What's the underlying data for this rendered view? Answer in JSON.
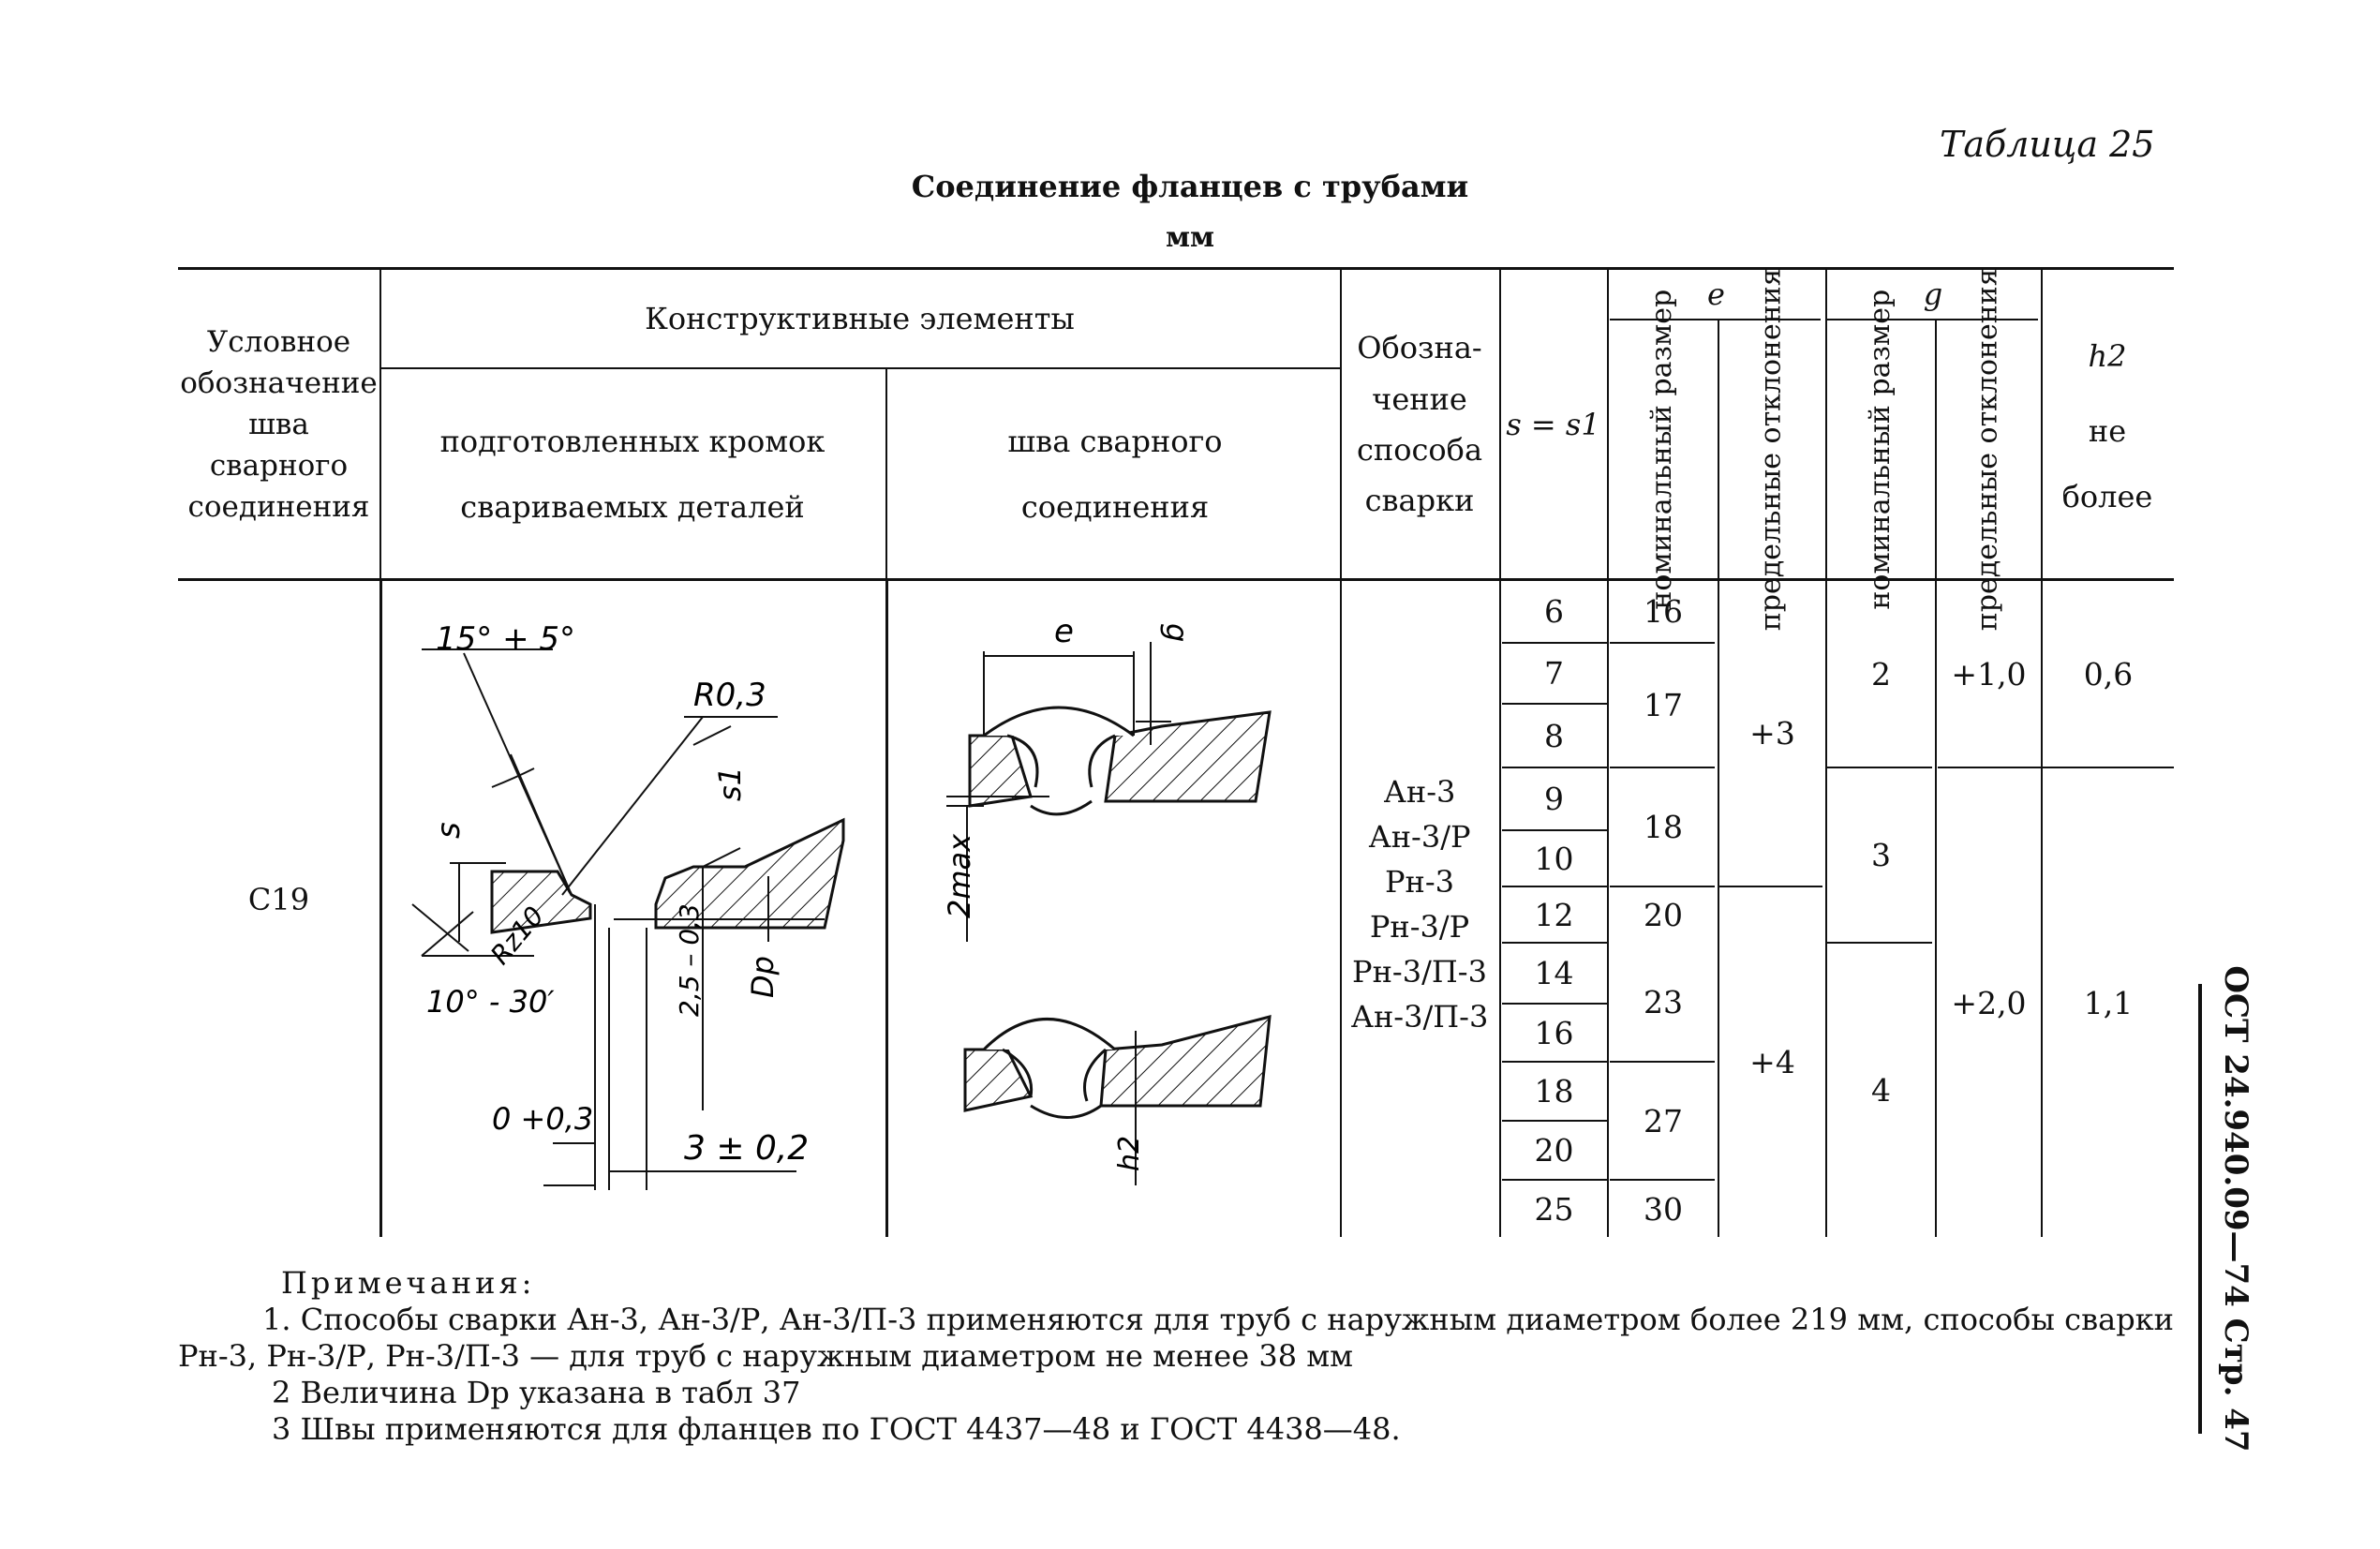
{
  "table_number": "Таблица 25",
  "title": "Соединение фланцев с трубами",
  "units": "мм",
  "side_label": "ОСТ 24.940.09—74  Стр. 47",
  "header": {
    "weld_designation": "Условное обозначение шва сварного соединения",
    "structural_elements": "Конструктивные элементы",
    "prepared_edges": "подготовленных кромок свариваемых деталей",
    "weld_seam": "шва сварного соединения",
    "welding_method": "Обозна-чение способа сварки",
    "s": "s = s1",
    "e": "e",
    "g": "g",
    "nominal": "номинальный размер",
    "deviation": "предельные отклонения",
    "h2_symbol": "h2",
    "h2_text": "не более"
  },
  "row": {
    "designation": "C19",
    "methods": [
      "Ан-3",
      "Ан-3/Р",
      "Рн-3",
      "Рн-3/Р",
      "Рн-3/П-3",
      "Ан-3/П-3"
    ],
    "s_values": [
      "6",
      "7",
      "8",
      "9",
      "10",
      "12",
      "14",
      "16",
      "18",
      "20",
      "25"
    ],
    "e_nominal": [
      "16",
      "17",
      "18",
      "20",
      "23",
      "27",
      "30"
    ],
    "e_deviation": [
      "+3",
      "+4"
    ],
    "g_nominal": [
      "2",
      "3",
      "4"
    ],
    "g_deviation": [
      "+1,0",
      "+2,0"
    ],
    "h2": [
      "0,6",
      "1,1"
    ]
  },
  "drawing_labels": {
    "angle_top": "15° + 5°",
    "radius": "R0,3",
    "s": "s",
    "s1": "s1",
    "rz": "Rz10",
    "angle_bottom": "10° - 30′",
    "dim_25": "2,5 – 0,3",
    "dp": "Dp",
    "gap": "0 +0,3",
    "dim_3": "3 ± 0,2",
    "e": "e",
    "g": "g",
    "max2": "2max",
    "h2": "h2"
  },
  "notes": {
    "heading": "Примечания:",
    "n1": "1. Способы сварки Ан-3, Ан-3/Р, Ан-3/П-3 применяются для труб с наружным диаметром более 219 мм, способы сварки Рн-3, Рн-3/Р, Рн-3/П-3 — для труб с наружным диаметром не менее 38 мм",
    "n2": "2  Величина Dр указана в табл  37",
    "n3": "3  Швы применяются для фланцев по ГОСТ 4437—48 и ГОСТ 4438—48."
  }
}
